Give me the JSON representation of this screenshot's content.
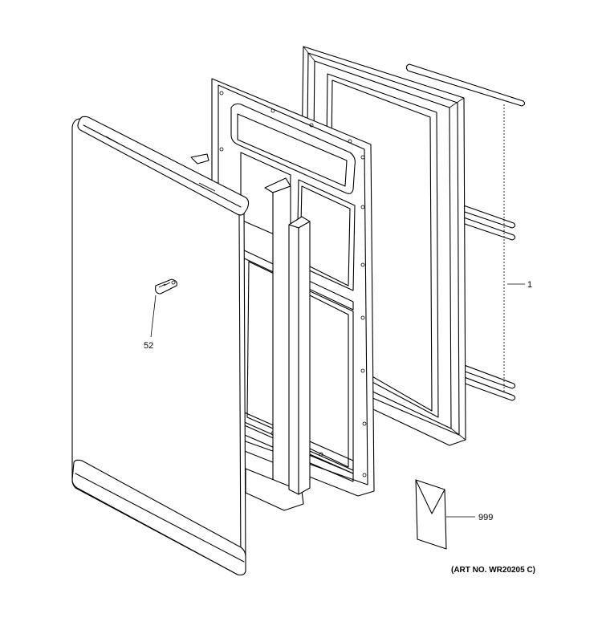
{
  "callouts": {
    "door_shelf_bars": "1",
    "handle_part": "52",
    "literature": "999"
  },
  "art_number": "(ART NO. WR20205 C)"
}
